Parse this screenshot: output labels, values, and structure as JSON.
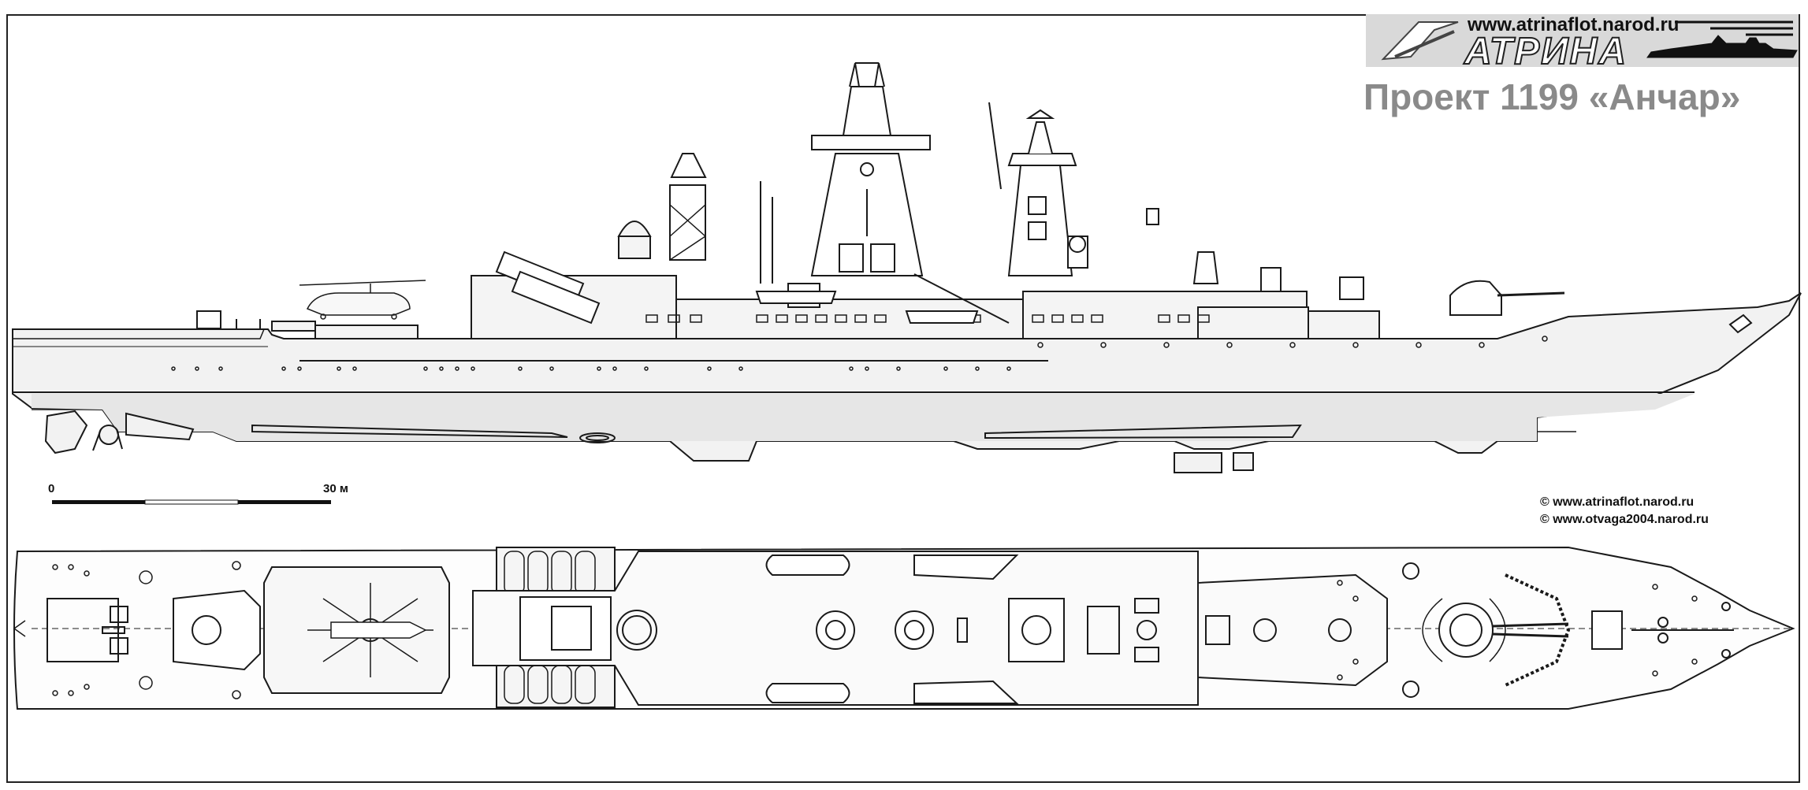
{
  "header": {
    "site_url": "www.atrinaflot.narod.ru",
    "logo_text": "АТРИНА",
    "title": "Проект 1199 «Анчар»"
  },
  "scale": {
    "start_label": "0",
    "end_label": "30 м"
  },
  "credits": [
    "© www.atrinaflot.narod.ru",
    "© www.otvaga2004.narod.ru"
  ],
  "colors": {
    "line": "#1a1a1a",
    "hull_fill": "#f2f2f2",
    "underwater_fill": "#e6e6e6",
    "title_gray": "#8a8a8a",
    "logo_bg": "#d9d9d9"
  }
}
